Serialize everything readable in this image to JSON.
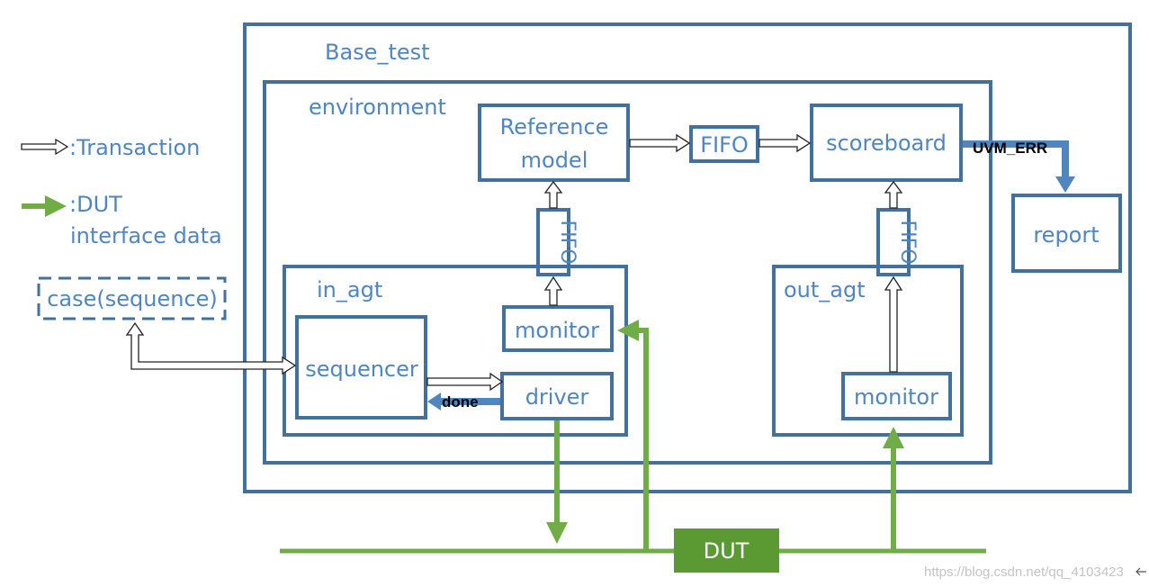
{
  "colors": {
    "box_border": "#41719c",
    "label_text": "#4f86c0",
    "green": "#70ad47",
    "dut_fill": "#5b9a32",
    "transaction_arrow_fill": "#ffffff",
    "blue_arrow": "#4f86c0"
  },
  "legend": {
    "transaction": ":Transaction",
    "dut_line1": ":DUT",
    "dut_line2": "interface data"
  },
  "base_test": {
    "label": "Base_test"
  },
  "environment": {
    "label": "environment"
  },
  "reference_model": {
    "line1": "Reference",
    "line2": "model"
  },
  "fifo_mid": "FIFO",
  "fifo_in": "FIFO",
  "fifo_out": "FIFO",
  "scoreboard": "scoreboard",
  "uvm_err": "UVM_ERR",
  "report": "report",
  "case_sequence": "case(sequence)",
  "in_agt": {
    "label": "in_agt",
    "monitor": "monitor",
    "sequencer": "sequencer",
    "driver": "driver",
    "done": "done"
  },
  "out_agt": {
    "label": "out_agt",
    "monitor": "monitor"
  },
  "dut": "DUT",
  "watermark": "https://blog.csdn.net/qq_4103423"
}
